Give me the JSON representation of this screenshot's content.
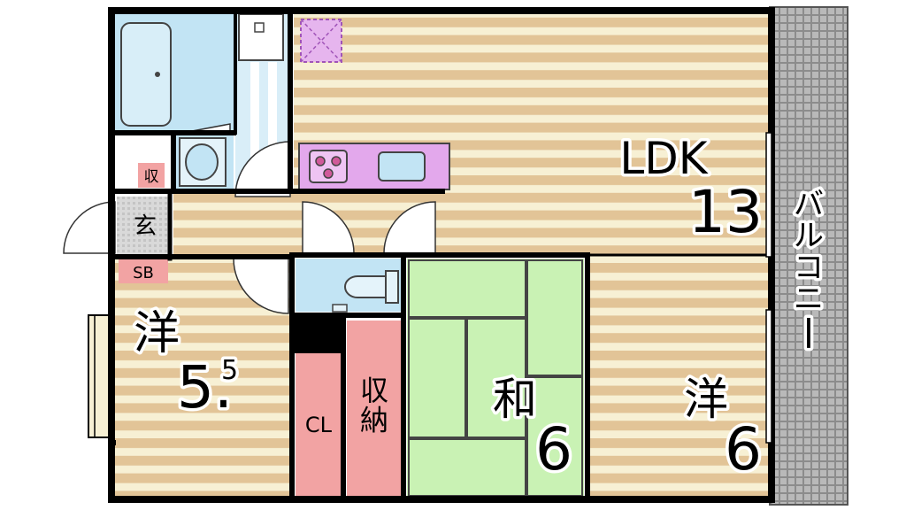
{
  "rooms": {
    "ldk": {
      "name": "LDK",
      "size": "13"
    },
    "western_left": {
      "name": "洋",
      "size": "5.",
      "size_sup": "5"
    },
    "japanese": {
      "name": "和",
      "size": "6"
    },
    "western_right": {
      "name": "洋",
      "size": "6"
    },
    "balcony": {
      "name": "バルコニー"
    }
  },
  "labels": {
    "entrance": "玄",
    "storage_small": "収",
    "shoe_box": "SB",
    "closet": "CL",
    "storage": "収納"
  },
  "colors": {
    "floor_stripe_tan": "#e2c497",
    "floor_stripe_cream": "#f7f0d4",
    "tatami": "#c9f2b4",
    "wet_area": "#c2e4f4",
    "storage_pink": "#f2a3a3",
    "kitchen_pink": "#e3a8ec",
    "balcony_gray": "#8a8a8a",
    "wall": "#000000"
  }
}
